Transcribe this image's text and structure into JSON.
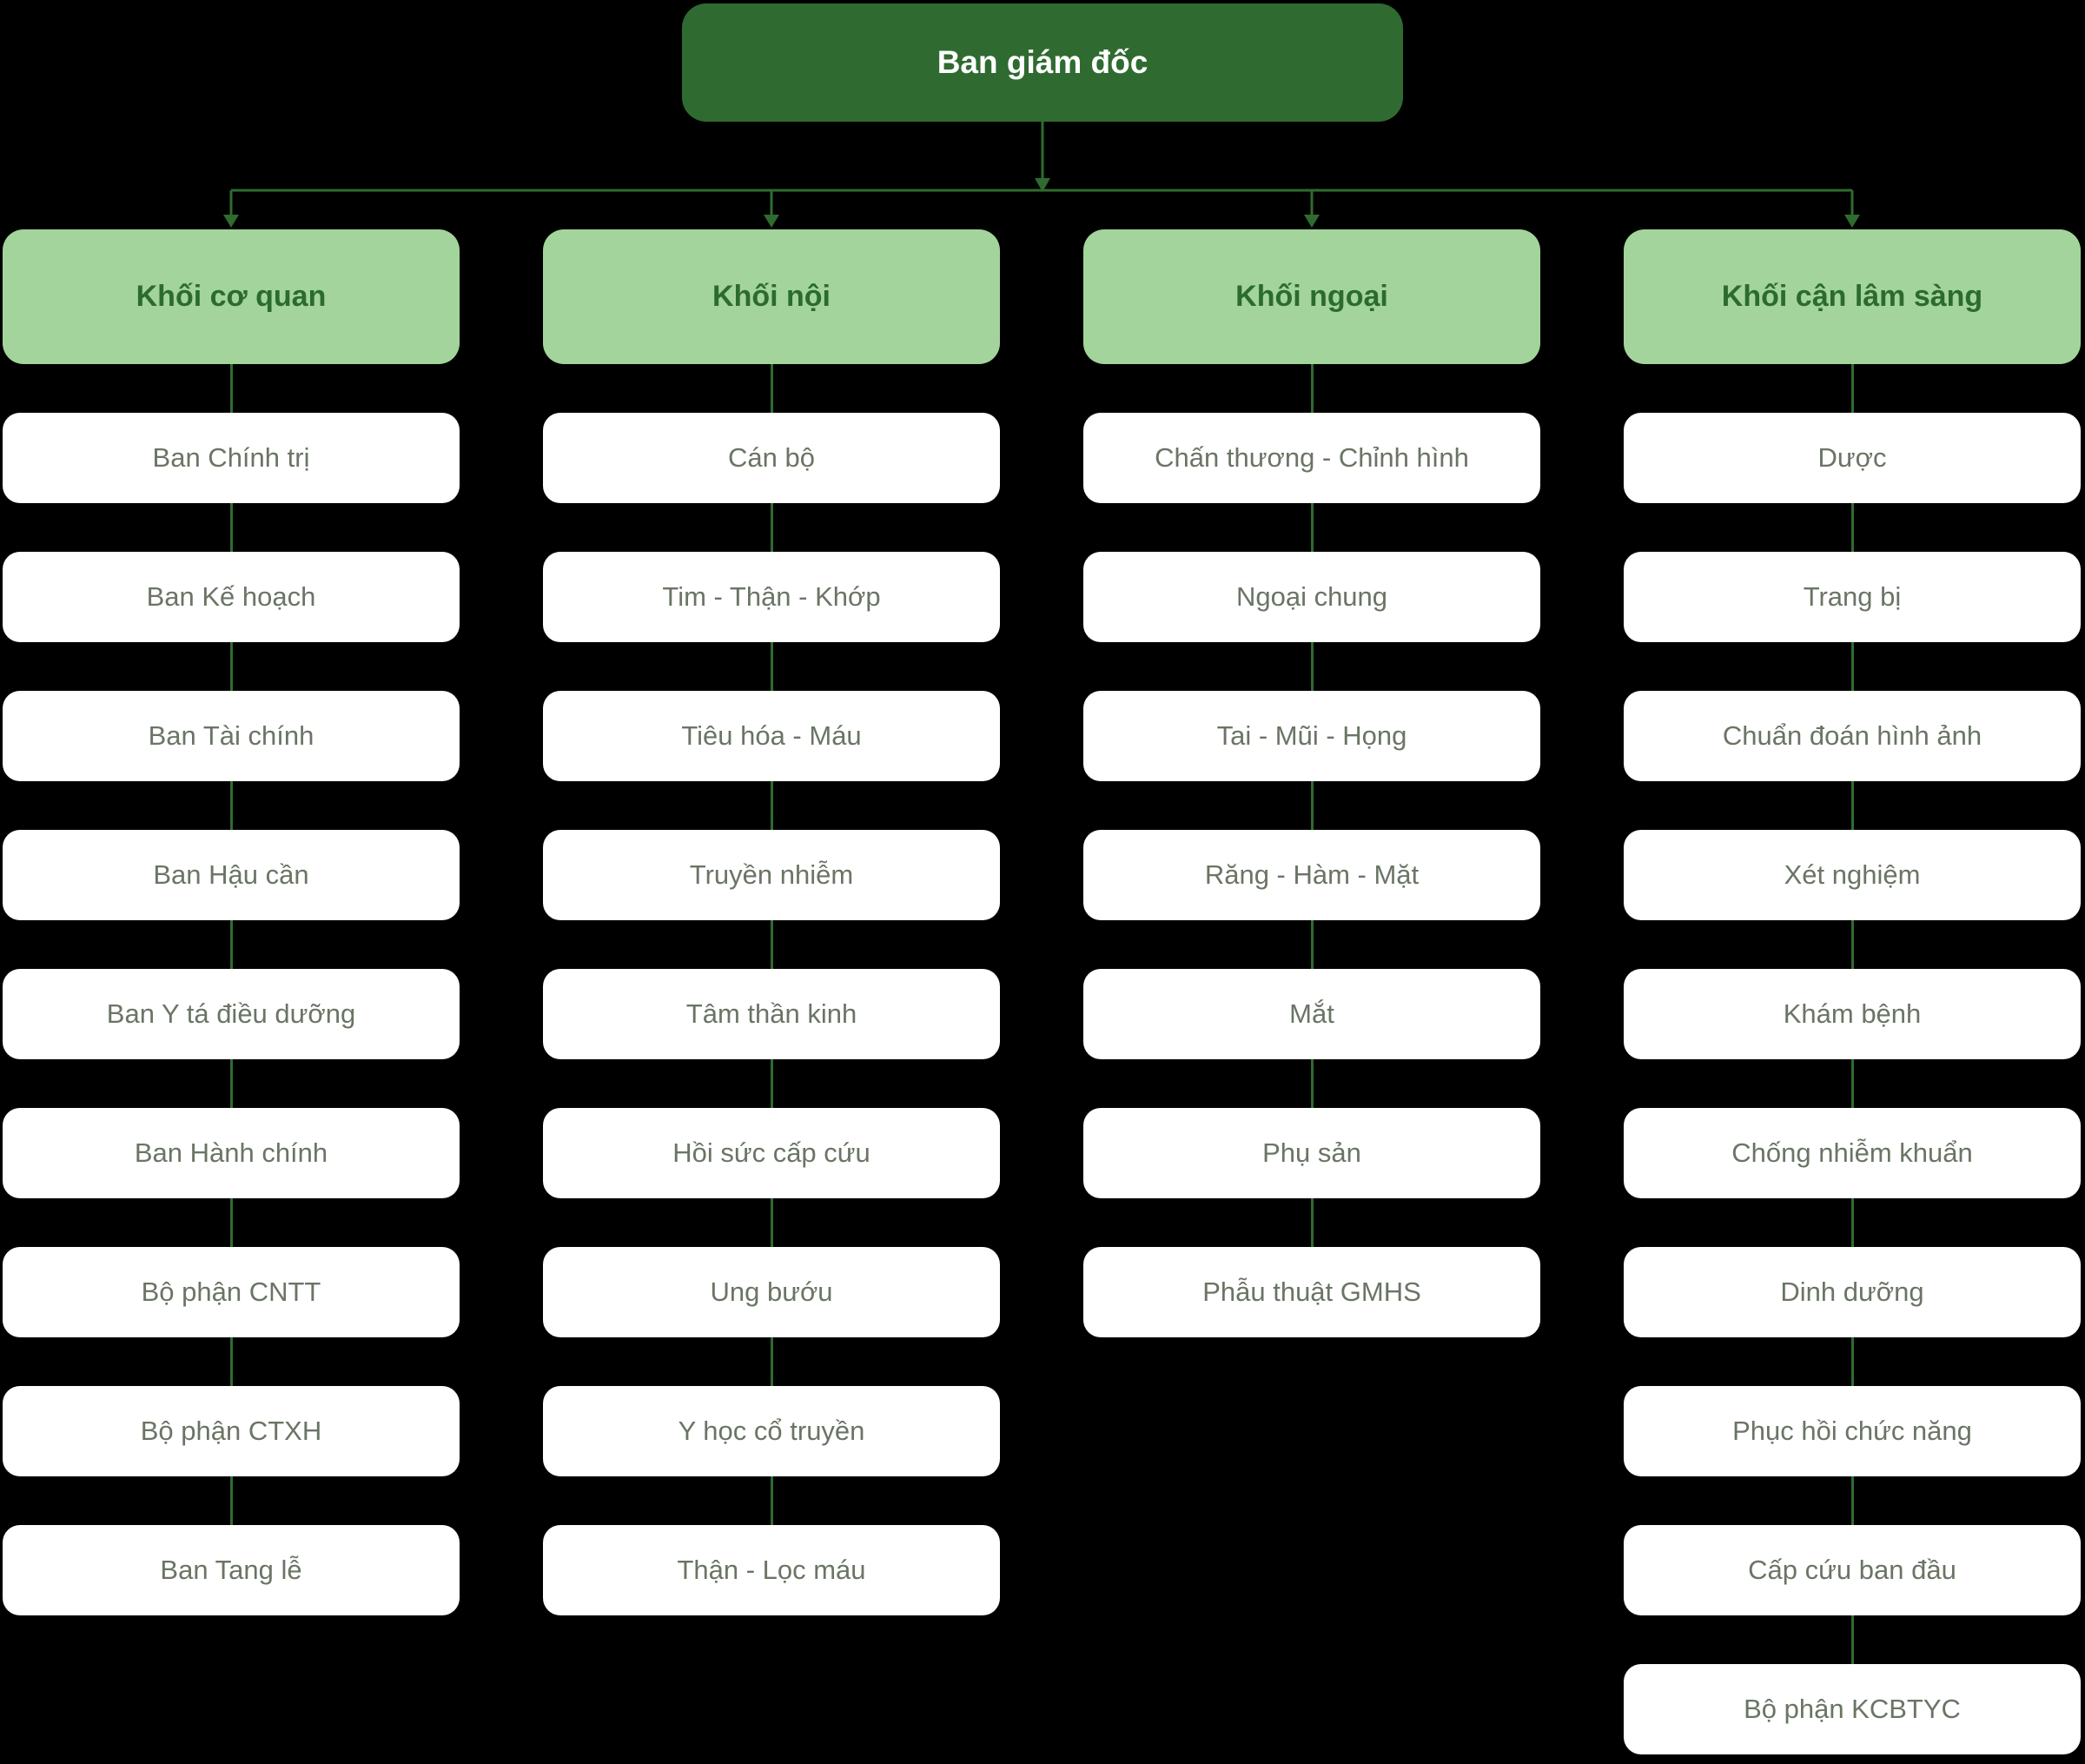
{
  "chart": {
    "root": "Ban giám đốc",
    "columns": [
      {
        "header": "Khối cơ quan",
        "items": [
          "Ban Chính trị",
          "Ban Kế hoạch",
          "Ban Tài chính",
          "Ban Hậu cần",
          "Ban Y tá điều dưỡng",
          "Ban Hành chính",
          "Bộ phận CNTT",
          "Bộ phận CTXH",
          "Ban Tang lễ"
        ]
      },
      {
        "header": "Khối nội",
        "items": [
          "Cán bộ",
          "Tim - Thận - Khớp",
          "Tiêu hóa - Máu",
          "Truyền nhiễm",
          "Tâm thần kinh",
          "Hồi sức cấp cứu",
          "Ung bướu",
          "Y học cổ truyền",
          "Thận - Lọc máu"
        ]
      },
      {
        "header": "Khối ngoại",
        "items": [
          "Chấn thương - Chỉnh hình",
          "Ngoại chung",
          "Tai - Mũi - Họng",
          "Răng - Hàm - Mặt",
          "Mắt",
          "Phụ sản",
          "Phẫu thuật GMHS"
        ]
      },
      {
        "header": "Khối cận lâm sàng",
        "items": [
          "Dược",
          "Trang bị",
          "Chuẩn đoán hình ảnh",
          "Xét nghiệm",
          "Khám bệnh",
          "Chống nhiễm khuẩn",
          "Dinh dưỡng",
          "Phục hồi chức năng",
          "Cấp cứu ban đầu",
          "Bộ phận KCBTYC"
        ]
      }
    ]
  },
  "colors": {
    "bg": "#000000",
    "root-box": "#2f6b31",
    "root-text": "#ffffff",
    "header-box": "#a3d49b",
    "header-text": "#2c6b2e",
    "item-box": "#ffffff",
    "item-text": "#6a7565",
    "line": "#2f6b2f"
  }
}
